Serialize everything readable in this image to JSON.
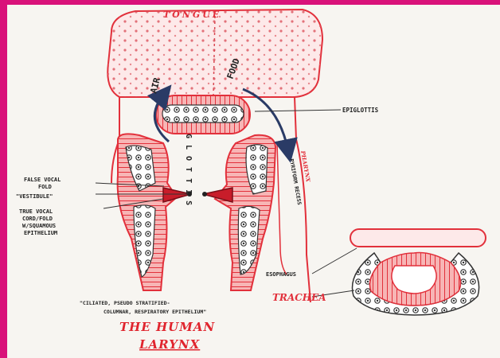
{
  "colors": {
    "frame_magenta": "#d9127a",
    "paper": "#f7f5f1",
    "tissue_pink": "#f6a9a9",
    "tissue_red": "#e2303b",
    "ink": "#2a2a2a",
    "arrow_blue": "#2a3b66",
    "title_red": "#e0242d"
  },
  "diagram": {
    "title_line1": "THE HUMAN",
    "title_line2": "LARYNX",
    "labels": {
      "tongue": "TONGUE",
      "air": "AIR",
      "food": "FOOD",
      "epiglottis": "EPIGLOTTIS",
      "glottis": "GLOTTIS",
      "false_vocal_line1": "FALSE VOCAL",
      "false_vocal_line2": "FOLD",
      "vestibule": "\"VESTIBULE\"",
      "true_vocal_line1": "TRUE VOCAL",
      "true_vocal_line2": "CORD/FOLD",
      "true_vocal_line3": "W/SQUAMOUS",
      "true_vocal_line4": "EPITHELIUM",
      "pyriform_recess": "PYRIFORM RECESS",
      "pharynx": "PHARYNX",
      "esophagus": "ESOPHAGUS",
      "trachea": "TRACHEA",
      "epithelium_note_line1": "\"CILIATED, PSEUDO STRATIFIED-",
      "epithelium_note_line2": "COLUMNAR, RESPIRATORY EPITHELIUM\""
    }
  }
}
